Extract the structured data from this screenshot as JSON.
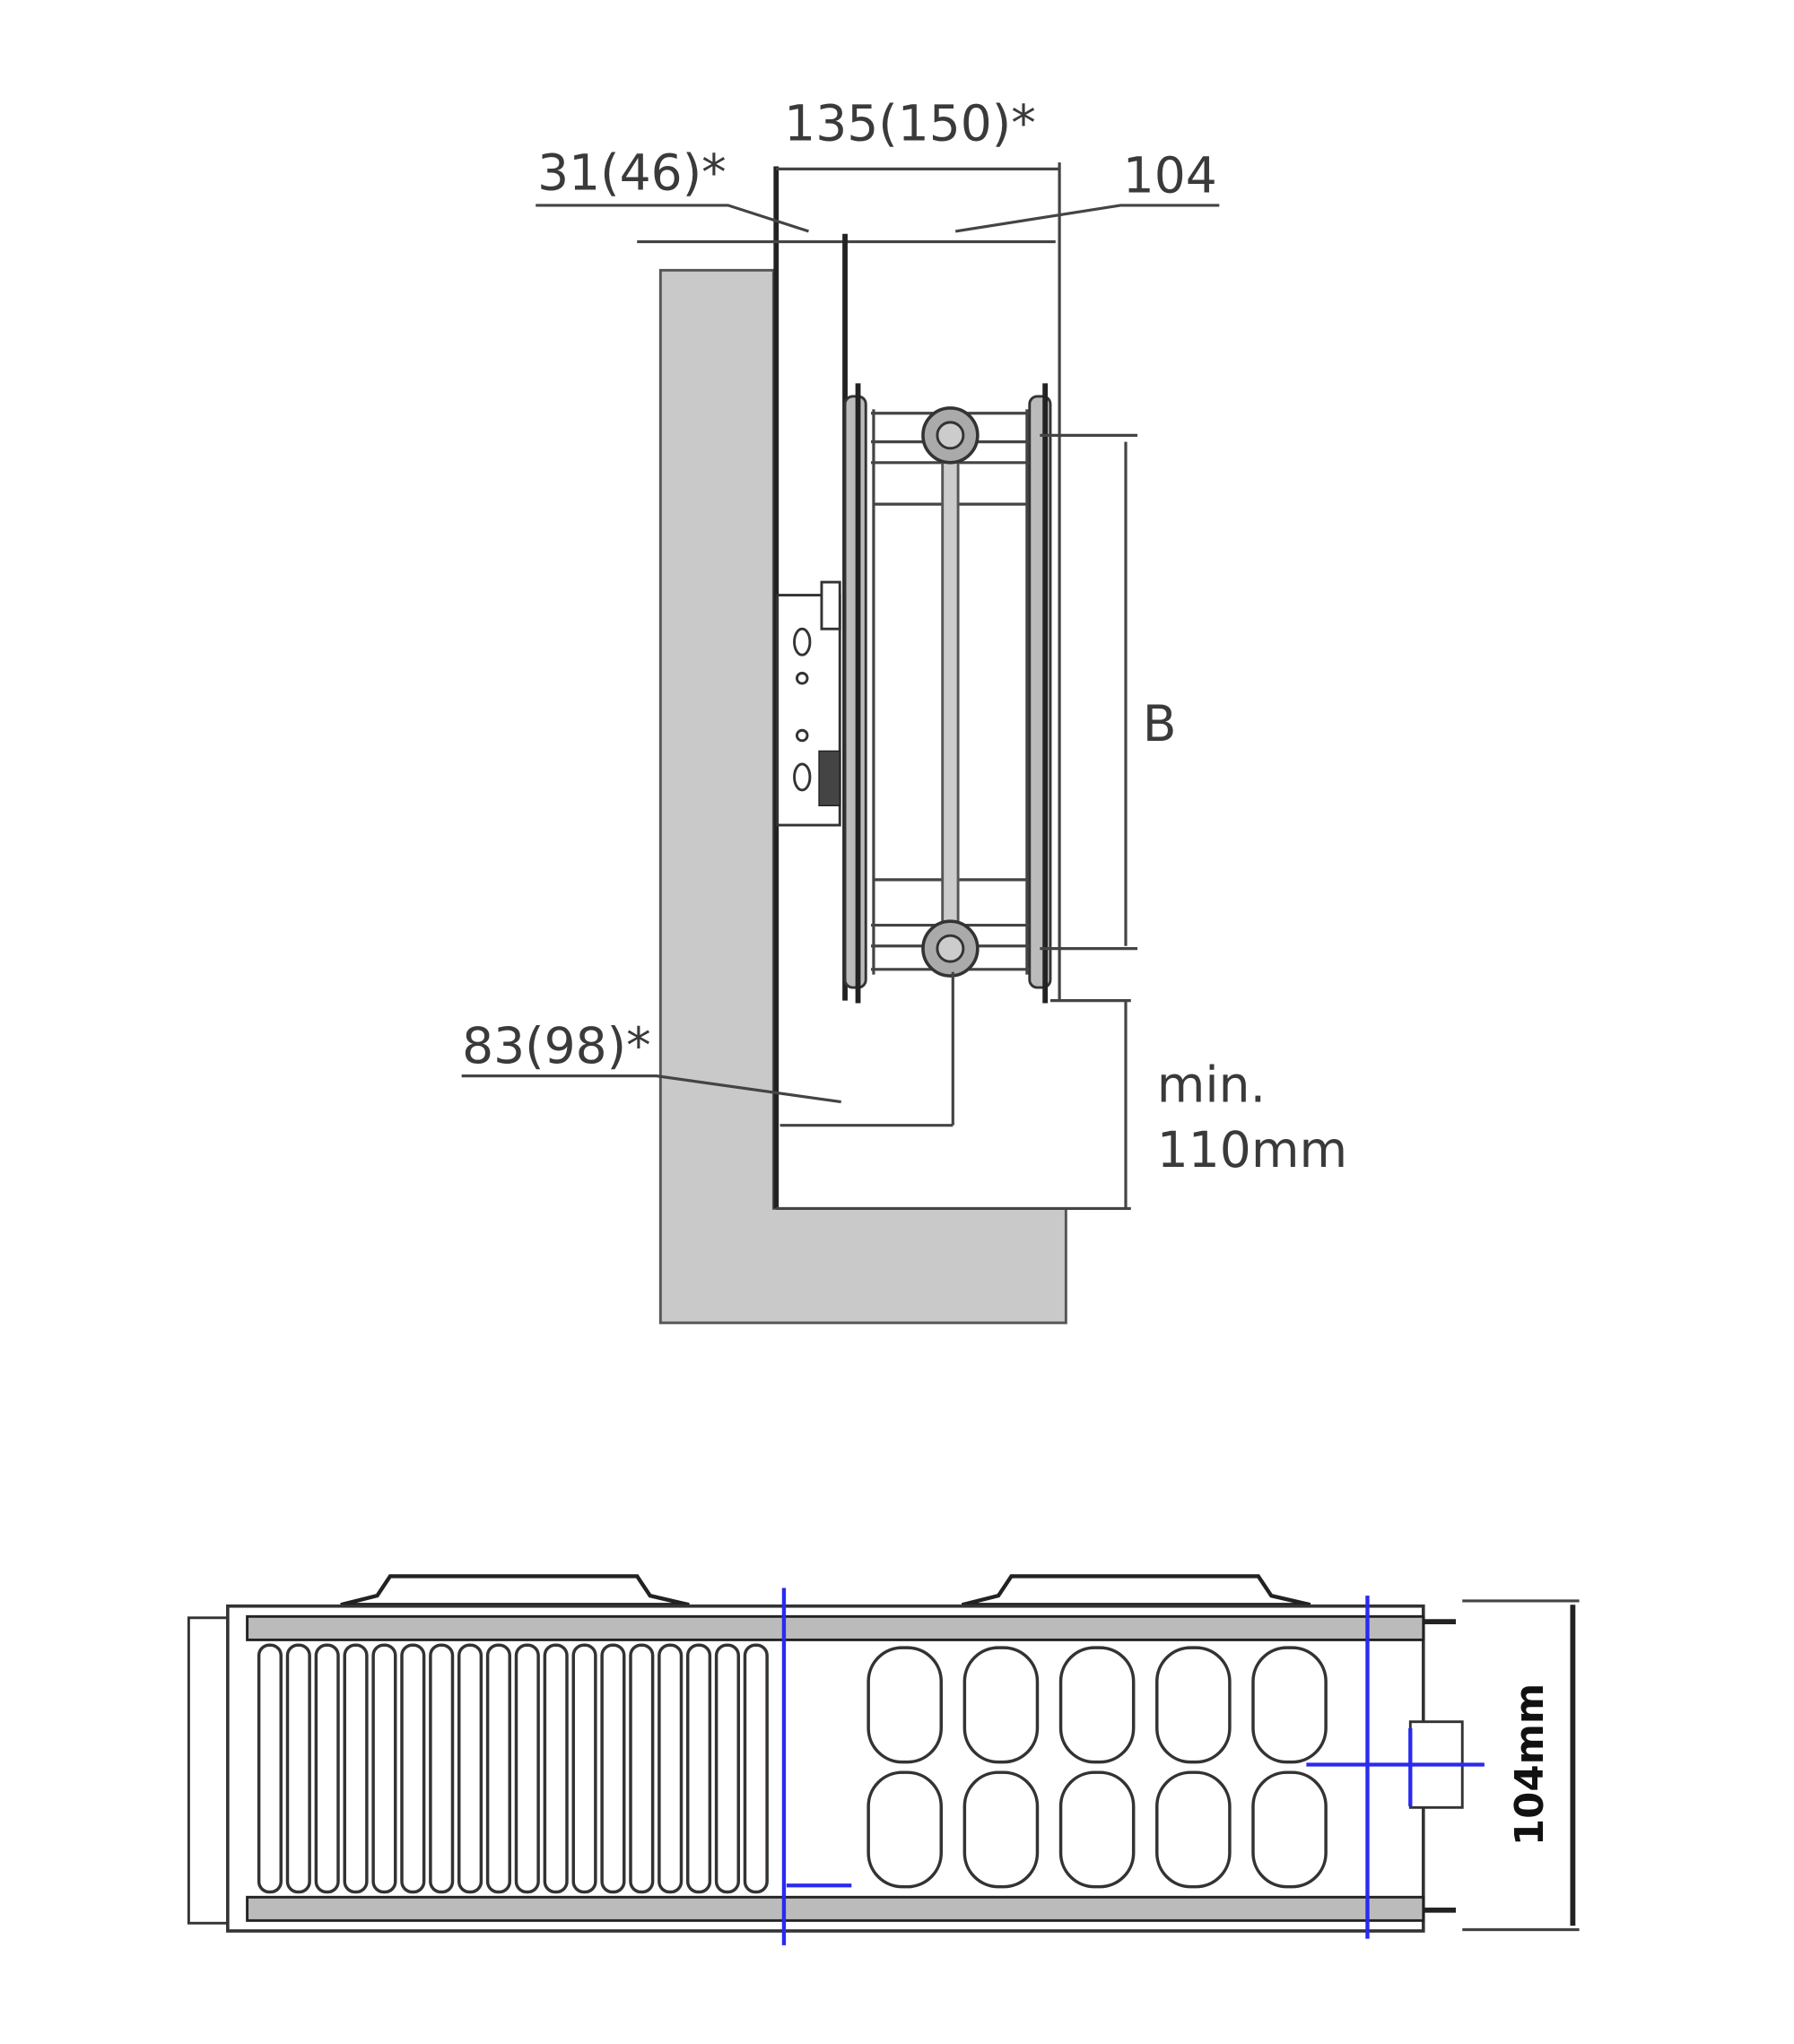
{
  "side_view": {
    "labels": {
      "overall_depth": "135(150)*",
      "wall_gap": "31(46)*",
      "radiator_depth": "104",
      "connection_height": "B",
      "connection_offset": "83(98)*",
      "floor_clearance_line1": "min.",
      "floor_clearance_line2": "110mm"
    }
  },
  "top_view": {
    "labels": {
      "depth": "104mm"
    },
    "accent_color": "#2a2af0"
  }
}
